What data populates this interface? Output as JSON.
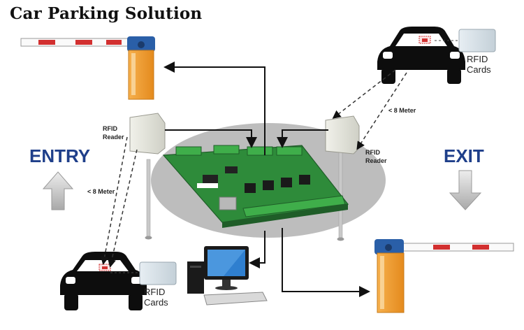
{
  "title": "Car Parking Solution",
  "labels": {
    "entry": "ENTRY",
    "exit": "EXIT",
    "reader_top": [
      "RFID",
      "Reader"
    ],
    "reader_right": [
      "RFID",
      "Reader"
    ],
    "distance_left": "< 8 Meter",
    "distance_right": "< 8 Meter",
    "cards_top": [
      "RFID",
      "Cards"
    ],
    "cards_bottom": [
      "RFID",
      "Cards"
    ]
  },
  "icons": [
    "barrier-gate-icon",
    "rfid-reader-icon",
    "car-icon",
    "rfid-card-icon",
    "access-controller-board-icon",
    "computer-icon",
    "arrow-up-icon",
    "arrow-down-icon"
  ],
  "colors": {
    "title": "#111111",
    "entry_exit_text": "#1f3f8a",
    "barrier_body": "#f0a23a",
    "barrier_arm_stripe": "#d23030",
    "board_green": "#2e8b3a",
    "oval_bg": "#bdbdbd"
  }
}
